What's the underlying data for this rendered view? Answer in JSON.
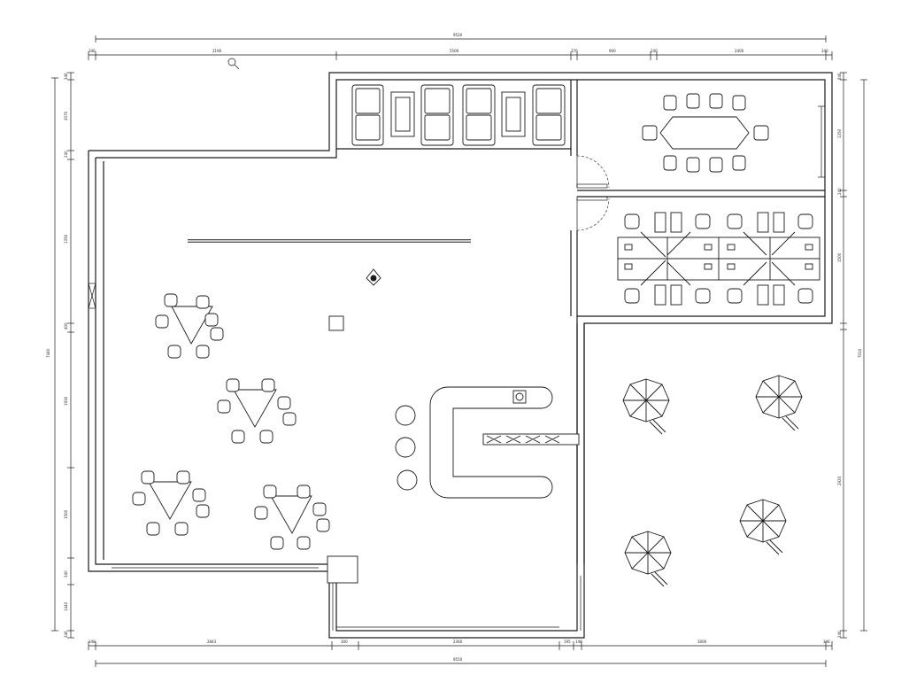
{
  "drawing": {
    "dims_top_overall": "9520",
    "dims_top_segments": [
      "346",
      "2190",
      "5500",
      "370",
      "900",
      "240",
      "2400",
      "346"
    ],
    "dims_bottom_overall": "9550",
    "dims_bottom_segments": [
      "348",
      "2843",
      "300",
      "2360",
      "195",
      "148",
      "3000",
      "346"
    ],
    "dims_left_overall": "7440",
    "dims_left_segments": [
      "346",
      "2070",
      "240",
      "1350",
      "400",
      "1930",
      "1500",
      "340",
      "1440",
      "346"
    ],
    "dims_right_overall": "7010",
    "dims_right_segments": [
      "846",
      "1350",
      "240",
      "1500",
      "2920",
      "346"
    ]
  },
  "toolbar": {
    "zoom_icon": "magnifier-icon"
  }
}
